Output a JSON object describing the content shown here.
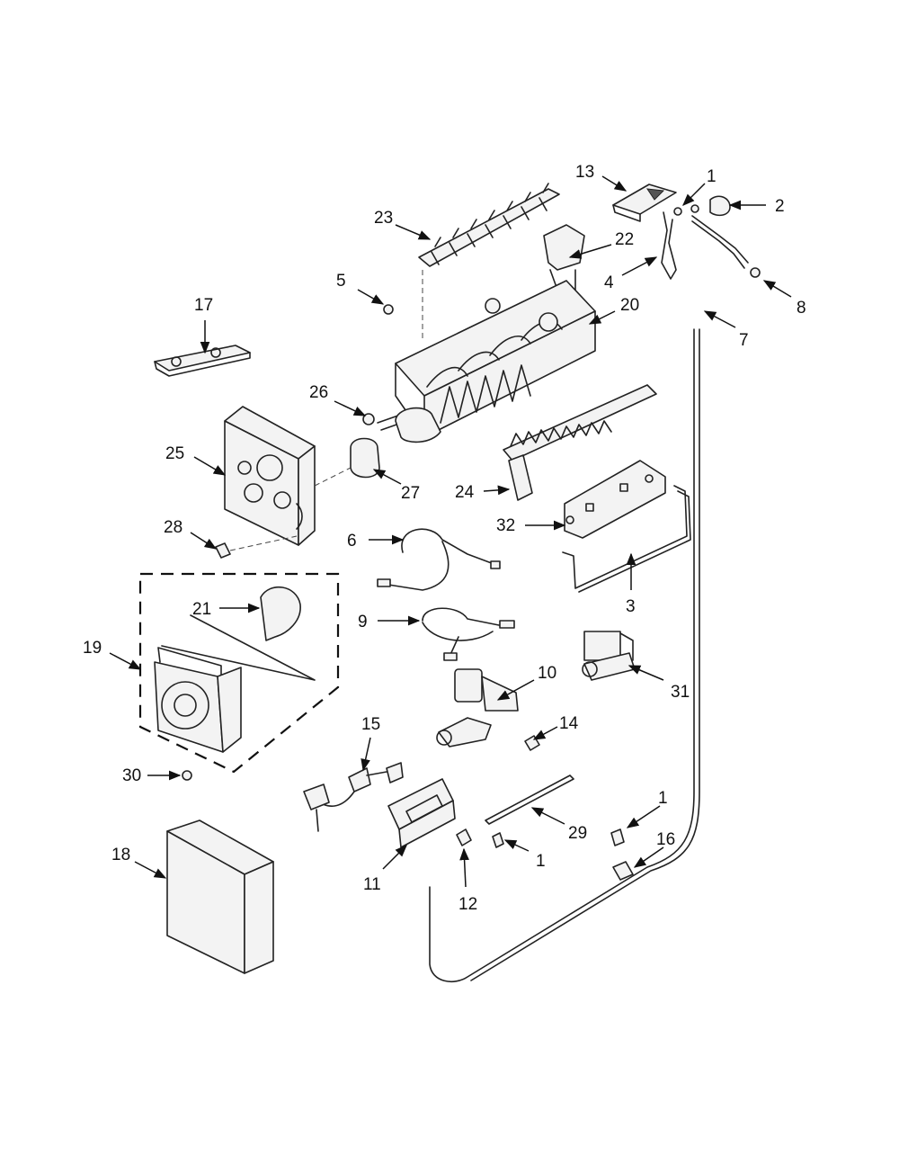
{
  "callouts": {
    "c1a": "1",
    "c2": "2",
    "c13": "13",
    "c23": "23",
    "c22": "22",
    "c4": "4",
    "c8": "8",
    "c5": "5",
    "c20": "20",
    "c7": "7",
    "c17": "17",
    "c26": "26",
    "c25": "25",
    "c27": "27",
    "c24": "24",
    "c32": "32",
    "c28": "28",
    "c6": "6",
    "c3": "3",
    "c21": "21",
    "c9": "9",
    "c19": "19",
    "c10": "10",
    "c31": "31",
    "c14": "14",
    "c15": "15",
    "c30": "30",
    "c1b": "1",
    "c29": "29",
    "c16": "16",
    "c18": "18",
    "c11": "11",
    "c1c": "1",
    "c12": "12"
  }
}
